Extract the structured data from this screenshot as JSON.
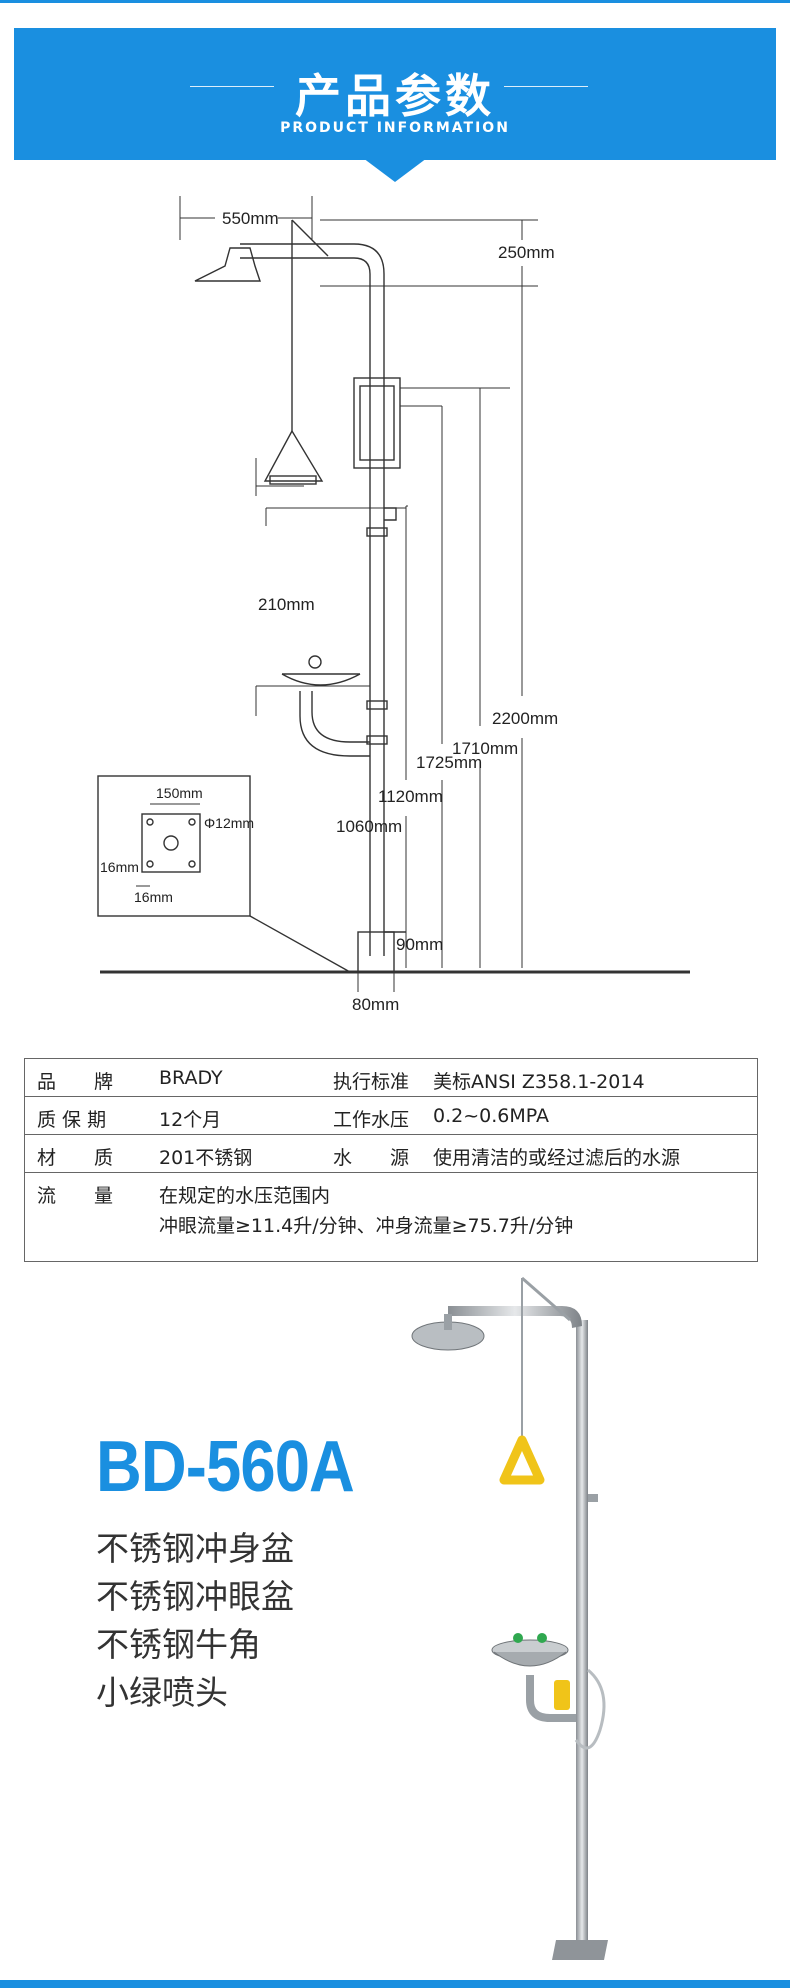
{
  "header": {
    "title": "产品参数",
    "subtitle": "PRODUCT INFORMATION"
  },
  "drawing": {
    "dims": {
      "d550": "550mm",
      "d250": "250mm",
      "d2200": "2200mm",
      "d1710": "1710mm",
      "d1725": "1725mm",
      "d210": "210mm",
      "d1120": "1120mm",
      "d1060": "1060mm",
      "d90": "90mm",
      "d80": "80mm",
      "d150": "150mm",
      "d12": "Φ12mm",
      "d16a": "16mm",
      "d16b": "16mm"
    }
  },
  "specs": {
    "row1": {
      "label": "品　　牌",
      "value": "BRADY",
      "label2": "执行标准",
      "value2": "美标ANSI Z358.1-2014"
    },
    "row2": {
      "label": "质 保 期",
      "value": "12个月",
      "label2": "工作水压",
      "value2": "0.2~0.6MPA"
    },
    "row3": {
      "label": "材　　质",
      "value": "201不锈钢",
      "label2": "水　　源",
      "value2": "使用清洁的或经过滤后的水源"
    },
    "row4": {
      "label": "流　　量",
      "line1": "在规定的水压范围内",
      "line2": "冲眼流量≥11.4升/分钟、冲身流量≥75.7升/分钟"
    }
  },
  "product": {
    "model": "BD-560A",
    "features": [
      "不锈钢冲身盆",
      "不锈钢冲眼盆",
      "不锈钢牛角",
      "小绿喷头"
    ]
  },
  "colors": {
    "accent": "#1a8fe0",
    "handle": "#f0c419",
    "nozzle": "#2fa84f"
  }
}
